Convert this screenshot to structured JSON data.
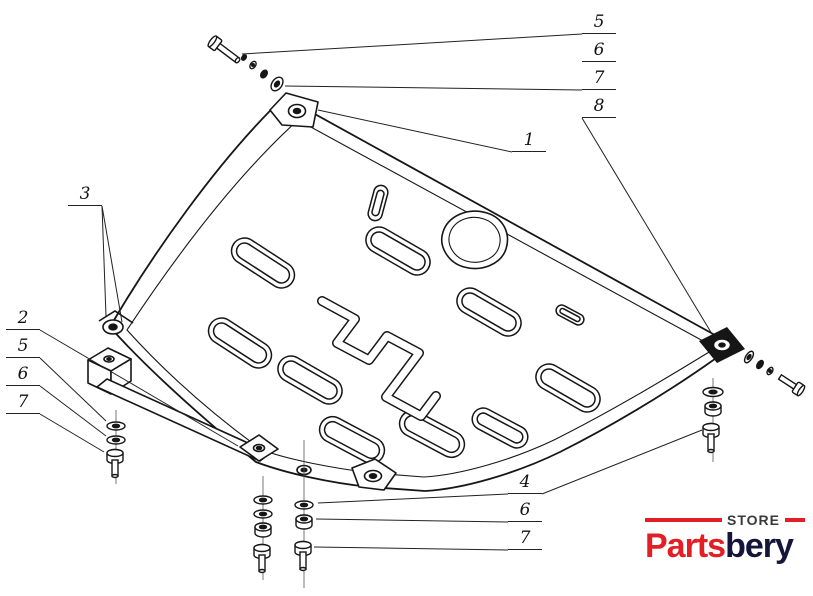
{
  "callouts": {
    "top_right": [
      "5",
      "6",
      "7",
      "8"
    ],
    "plate": "1",
    "bracket": "3",
    "left": [
      "2",
      "5",
      "6",
      "7"
    ],
    "bottom_right": [
      "4",
      "6",
      "7"
    ]
  },
  "logo": {
    "store_text": "STORE",
    "brand_part1": "Parts",
    "brand_part2": "bery",
    "accent_red": "#e31e24",
    "brand_dark": "#15153c"
  },
  "drawing": {
    "line_color": "#161616",
    "background": "#ffffff"
  }
}
